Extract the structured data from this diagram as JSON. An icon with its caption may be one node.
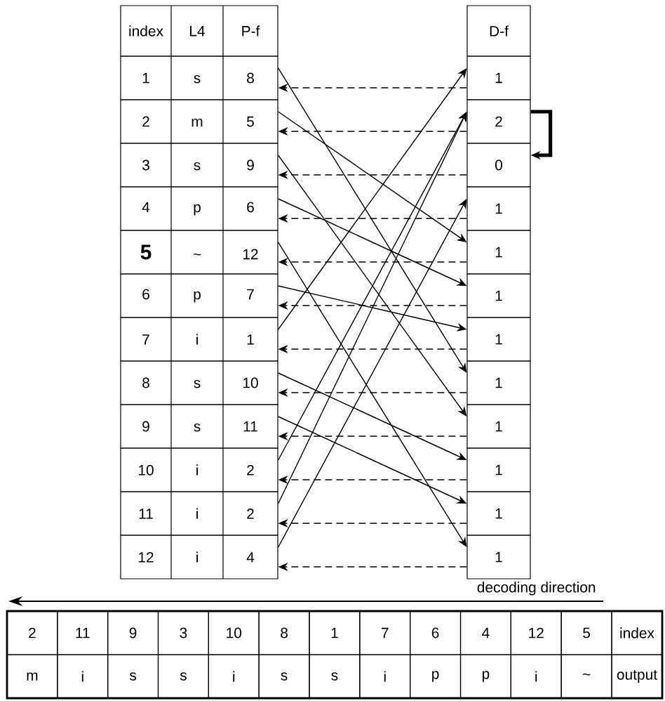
{
  "diagram": {
    "nodes": [
      {
        "text": [
          "1",
          "s",
          "8"
        ]
      },
      {
        "text": [
          "2",
          "m",
          "5"
        ]
      },
      {
        "text": [
          "3",
          "s",
          "9"
        ]
      },
      {
        "text": [
          "4",
          "p",
          "6"
        ]
      },
      {
        "text": [
          "5",
          "~",
          "12"
        ]
      },
      {
        "text": [
          "6",
          "p",
          "7"
        ]
      },
      {
        "text": [
          "7",
          "i",
          "1"
        ]
      },
      {
        "text": [
          "8",
          "s",
          "10"
        ]
      },
      {
        "text": [
          "9",
          "s",
          "11"
        ]
      },
      {
        "text": [
          "10",
          "i",
          "2"
        ]
      },
      {
        "text": [
          "11",
          "i",
          "2"
        ]
      },
      {
        "text": [
          "12",
          "i",
          "4"
        ]
      },
      {
        "text": [
          "1"
        ]
      },
      {
        "text": [
          "2"
        ]
      },
      {
        "text": [
          "0"
        ]
      },
      {
        "text": [
          "1"
        ]
      },
      {
        "text": [
          "1"
        ]
      },
      {
        "text": [
          "1"
        ]
      },
      {
        "text": [
          "1"
        ]
      },
      {
        "text": [
          "1"
        ]
      },
      {
        "text": [
          "1"
        ]
      },
      {
        "text": [
          "1"
        ]
      },
      {
        "text": [
          "1"
        ]
      },
      {
        "text": [
          "1"
        ]
      },
      {
        "text": [
          "index",
          "L4",
          "P-f"
        ]
      },
      {
        "text": [
          "D-f"
        ]
      }
    ],
    "edges": [
      {
        "from": 0,
        "to": 19,
        "arrow": "to"
      },
      {
        "from": 1,
        "to": 16,
        "arrow": "to"
      },
      {
        "from": 2,
        "to": 20,
        "arrow": "to"
      },
      {
        "from": 3,
        "to": 17,
        "arrow": "to"
      },
      {
        "from": 4,
        "to": 23,
        "arrow": "to"
      },
      {
        "from": 5,
        "to": 18,
        "arrow": "to"
      },
      {
        "from": 6,
        "to": 12,
        "arrow": "to"
      },
      {
        "from": 7,
        "to": 21,
        "arrow": "to"
      },
      {
        "from": 8,
        "to": 22,
        "arrow": "to"
      },
      {
        "from": 9,
        "to": 13,
        "arrow": "to"
      },
      {
        "from": 10,
        "to": 13,
        "arrow": "to"
      },
      {
        "from": 11,
        "to": 15,
        "arrow": "to"
      },
      {
        "from": 12,
        "to": 0,
        "arrow": "to",
        "style": "dashed"
      },
      {
        "from": 13,
        "to": 1,
        "arrow": "to",
        "style": "dashed"
      },
      {
        "from": 14,
        "to": 2,
        "arrow": "to",
        "style": "dashed"
      },
      {
        "from": 15,
        "to": 3,
        "arrow": "to",
        "style": "dashed"
      },
      {
        "from": 16,
        "to": 4,
        "arrow": "to",
        "style": "dashed"
      },
      {
        "from": 17,
        "to": 5,
        "arrow": "to",
        "style": "dashed"
      },
      {
        "from": 18,
        "to": 6,
        "arrow": "to",
        "style": "dashed"
      },
      {
        "from": 19,
        "to": 7,
        "arrow": "to",
        "style": "dashed"
      },
      {
        "from": 20,
        "to": 8,
        "arrow": "to",
        "style": "dashed"
      },
      {
        "from": 21,
        "to": 9,
        "arrow": "to",
        "style": "dashed"
      },
      {
        "from": 22,
        "to": 10,
        "arrow": "to",
        "style": "dashed"
      },
      {
        "from": 23,
        "to": 11,
        "arrow": "to",
        "style": "dashed"
      },
      {
        "from": 13,
        "to": 14,
        "arrow": "to",
        "style": "thick"
      }
    ],
    "labels": [
      "decoding direction",
      "2",
      "11",
      "9",
      "3",
      "10",
      "8",
      "1",
      "7",
      "6",
      "4",
      "12",
      "5",
      "index",
      "m",
      "i",
      "s",
      "s",
      "i",
      "s",
      "s",
      "i",
      "p",
      "p",
      "i",
      "~",
      "output"
    ]
  }
}
